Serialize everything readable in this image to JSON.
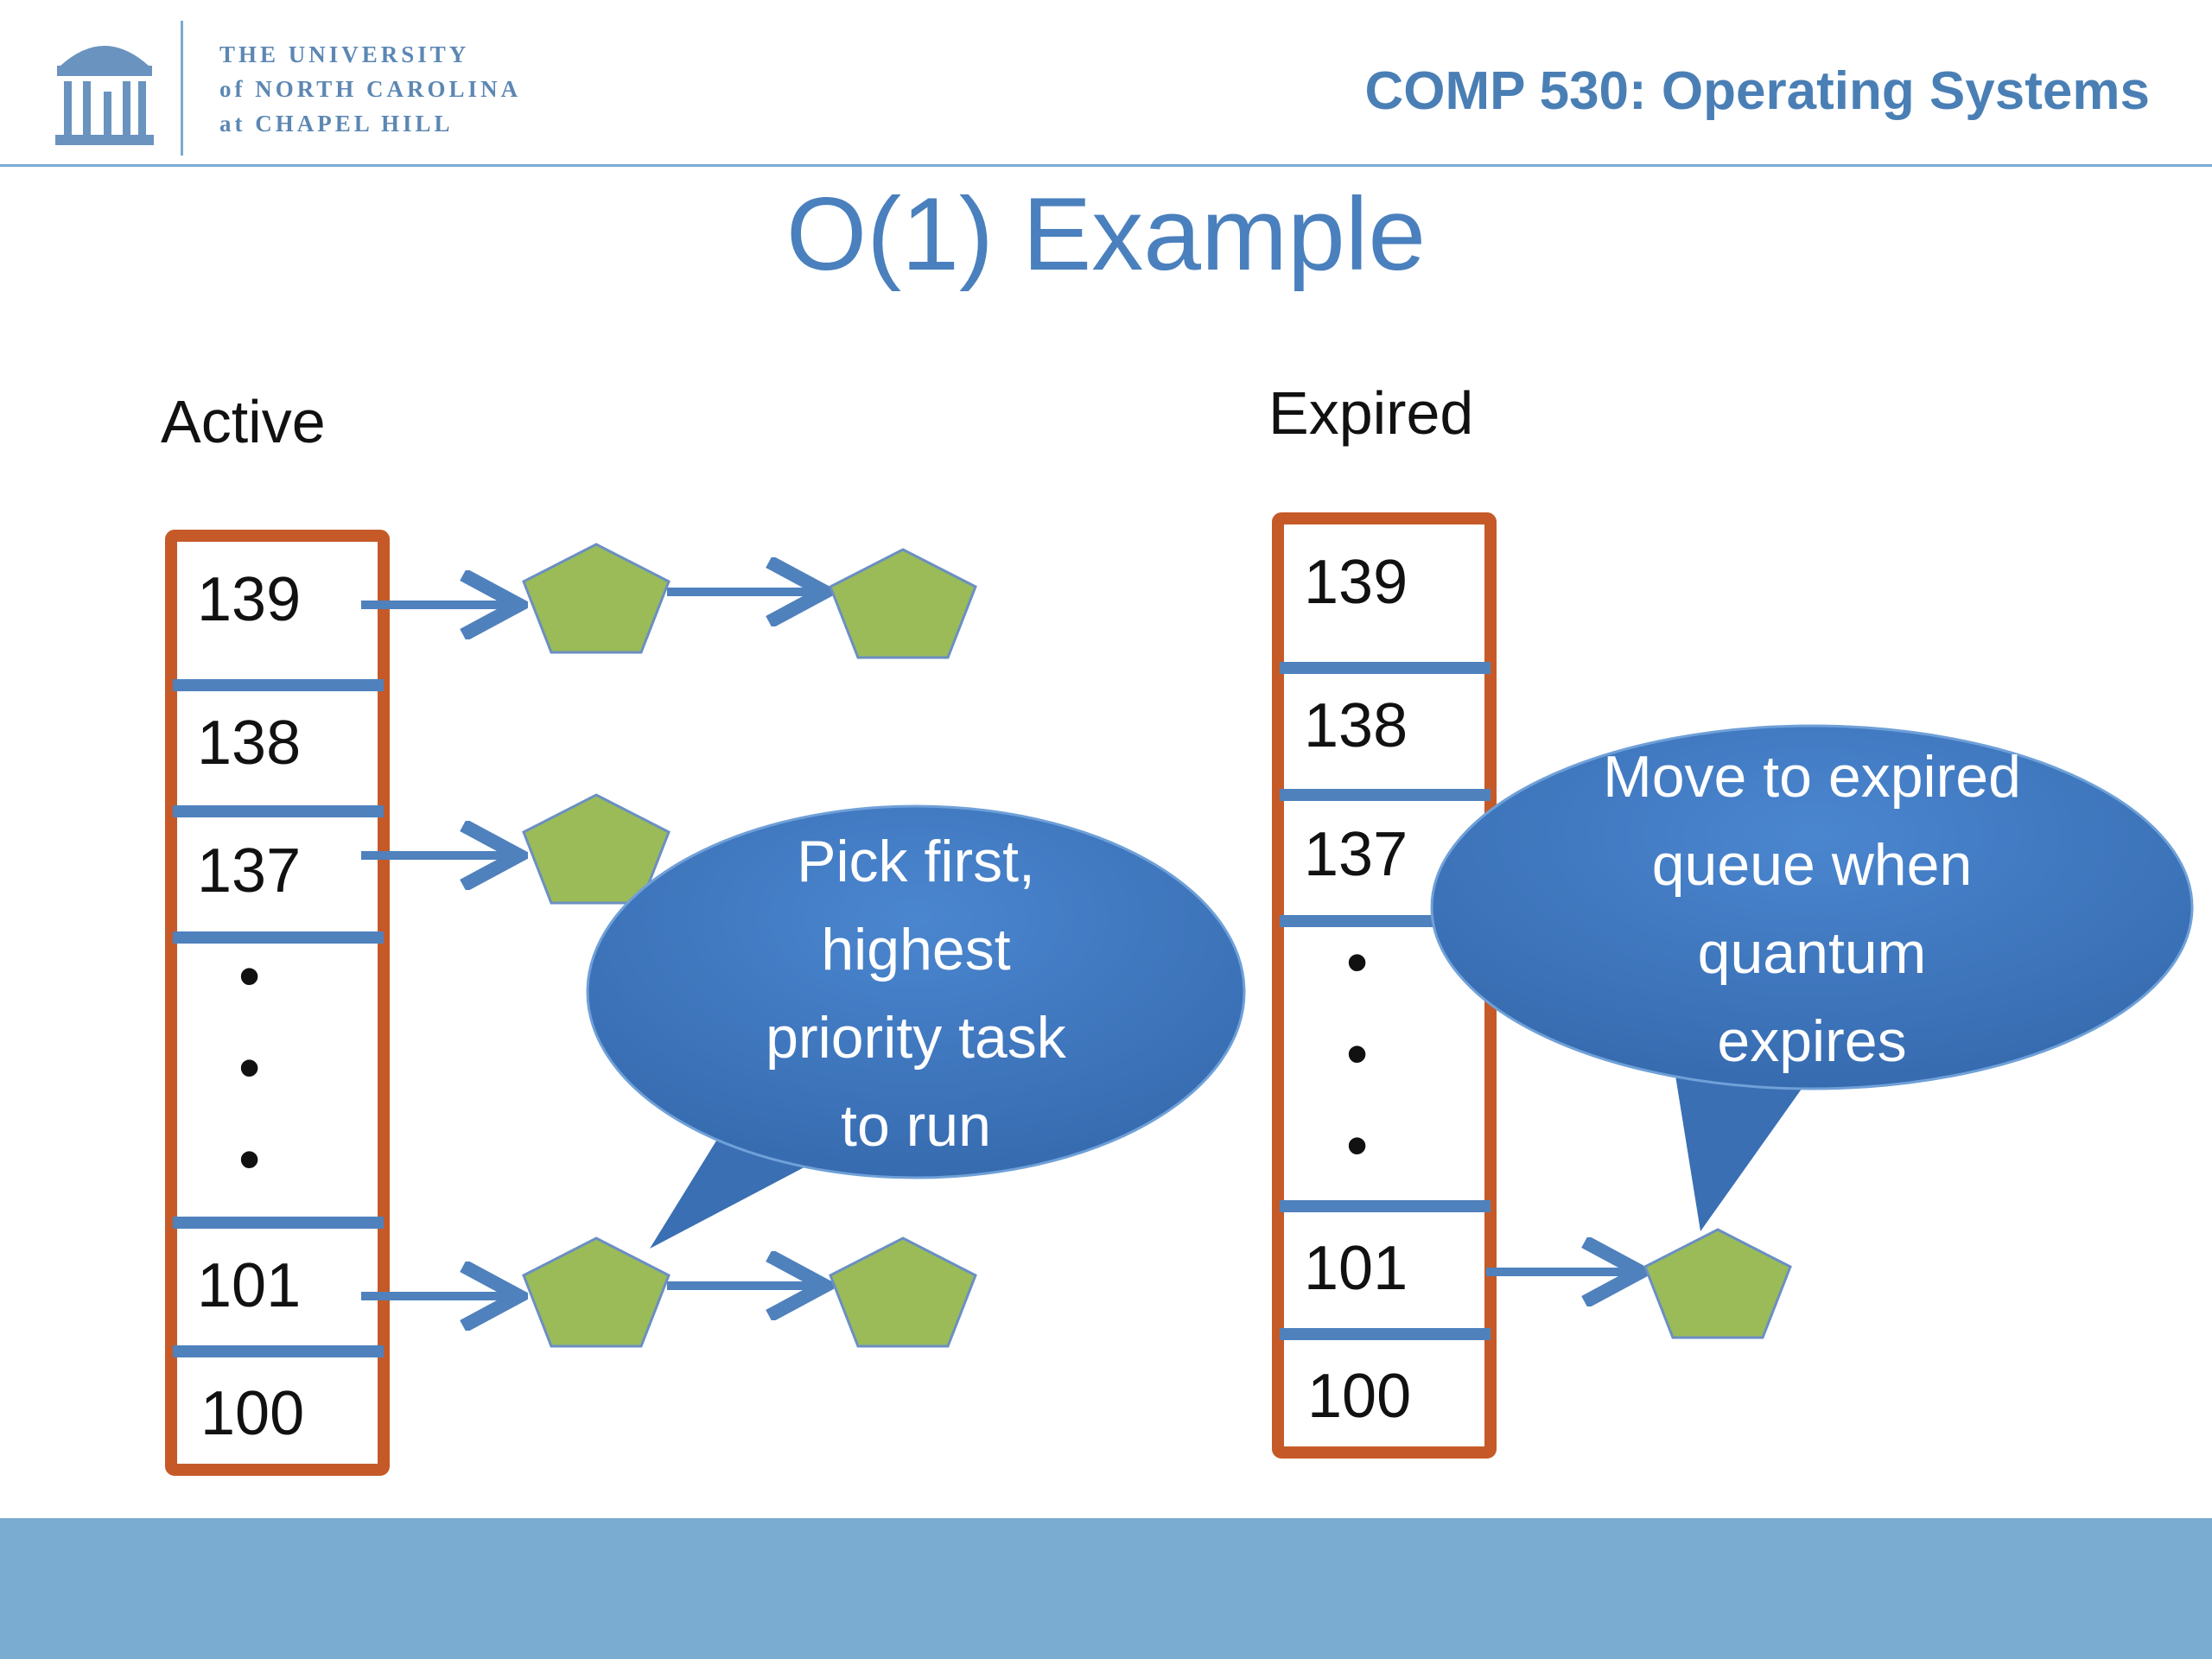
{
  "header": {
    "university": [
      "THE UNIVERSITY",
      "of NORTH CAROLINA",
      "at CHAPEL HILL"
    ],
    "course": "COMP 530: Operating Systems"
  },
  "slide": {
    "title": "O(1) Example"
  },
  "active": {
    "label": "Active",
    "rows": [
      "139",
      "138",
      "137",
      "•",
      "•",
      "•",
      "101",
      "100"
    ]
  },
  "expired": {
    "label": "Expired",
    "rows": [
      "139",
      "138",
      "137",
      "•",
      "•",
      "•",
      "101",
      "100"
    ]
  },
  "callouts": {
    "pick": [
      "Pick first,",
      "highest",
      "priority task",
      "to run"
    ],
    "move": [
      "Move to expired",
      "queue when",
      "quantum",
      "expires"
    ]
  },
  "colors": {
    "accent": "#4a80bd",
    "queue_border": "#c55a28",
    "separator": "#4f81bd",
    "task": "#9bbb59",
    "bubble": "#3f78c0",
    "footer": "#7aabd1"
  }
}
